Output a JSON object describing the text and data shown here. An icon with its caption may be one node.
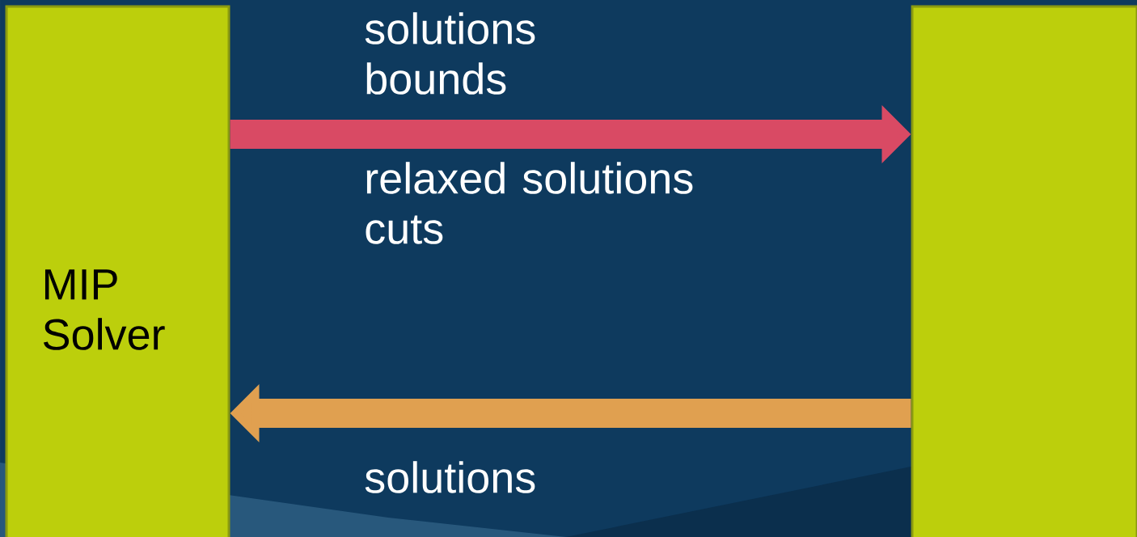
{
  "diagram": {
    "nodes": [
      {
        "text": [
          "MIP Solver"
        ]
      },
      {
        "text": [],
        "shape": "box"
      }
    ],
    "edges": [
      {
        "from": 0,
        "to": 1,
        "arrow": "to",
        "label": "solutions bounds",
        "color": "#d94a64"
      },
      {
        "from": 1,
        "to": 0,
        "arrow": "to",
        "label": "solutions",
        "color": "#e0a050"
      }
    ],
    "labels": [
      "relaxed solutions cuts"
    ]
  }
}
